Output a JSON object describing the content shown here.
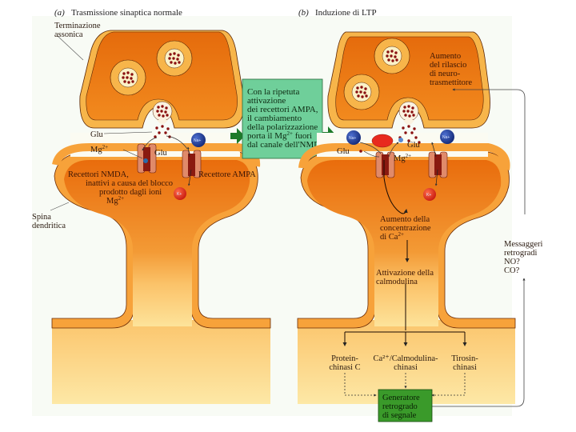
{
  "panel_a": {
    "letter": "(a)",
    "title": "Trasmissione sinaptica normale",
    "axon_label_line1": "Terminazione",
    "axon_label_line2": "assonica",
    "glu_label_1": "Glu",
    "glu_label_2": "Glu",
    "mg_label": "Mg",
    "mg_sup": "2+",
    "na_ion": "Na+",
    "k_ion": "K+",
    "nmda_label_lines": [
      "Recettori NMDA,",
      "inattivi a causa del blocco",
      "prodotto dagli ioni",
      "Mg"
    ],
    "nmda_mg_sup": "2+",
    "ampa_label": "Recettore AMPA",
    "spine_label_line1": "Spina",
    "spine_label_line2": "dendritica"
  },
  "center_box": {
    "lines": [
      "Con la ripetuta",
      "attivazione",
      "dei recettori AMPA,",
      "il cambiamento",
      "della polarizzazione",
      "porta il Mg",
      "dal canale dell'NMDA"
    ],
    "mg_sup": "2+",
    "mg_suffix": " fuori",
    "color": "#6fcf9a"
  },
  "panel_b": {
    "letter": "(b)",
    "title": "Induzione di LTP",
    "release_label_lines": [
      "Aumento",
      "del rilascio",
      "di neuro-",
      "trasmettitore"
    ],
    "glu_label_1": "Glu",
    "glu_label_2": "Glu",
    "mg_label": "Mg",
    "mg_sup": "2+",
    "na_ion": "Na+",
    "k_ion": "K+",
    "calcium_label_lines": [
      "Aumento della",
      "concentrazione",
      "di Ca"
    ],
    "calcium_sup": "2+",
    "calmodulin_label_lines": [
      "Attivazione della",
      "calmodulina"
    ],
    "kinases": [
      {
        "line1": "Protein-",
        "line2": "chinasi C"
      },
      {
        "line1": "Ca²⁺/Calmodulina-",
        "line2": "chinasi"
      },
      {
        "line1": "Tirosin-",
        "line2": "chinasi"
      }
    ],
    "generator_lines": [
      "Generatore",
      "retrogrado",
      "di segnale"
    ],
    "messenger_lines": [
      "Messaggeri",
      "retrogradi",
      "NO?",
      "CO?"
    ],
    "generator_color": "#3a9a2a"
  },
  "colors": {
    "terminal_fill": "#ee7a14",
    "terminal_rim": "#f7b54a",
    "cleft": "#fbfbf2",
    "dendrite_base": "#fbd77a",
    "na_ion": "#1f3f9a",
    "k_ion": "#e82a1e",
    "ca_ion": "#e82a1e",
    "arrow_green": "#1d7a2a"
  }
}
